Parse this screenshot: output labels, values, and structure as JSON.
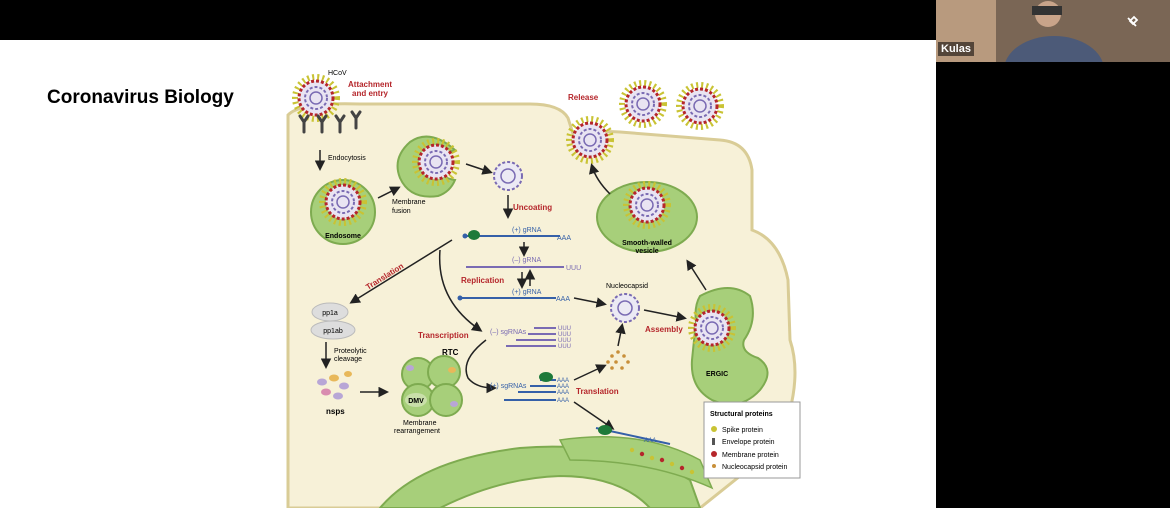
{
  "slide": {
    "title": "Coronavirus Biology"
  },
  "diagram": {
    "labels": {
      "hcov": "HCoV",
      "attachment1": "Attachment",
      "attachment2": "and entry",
      "endocytosis": "Endocytosis",
      "endosome": "Endosome",
      "membrane_fusion1": "Membrane",
      "membrane_fusion2": "fusion",
      "uncoating": "Uncoating",
      "release": "Release",
      "smooth_vesicle1": "Smooth-walled",
      "smooth_vesicle2": "vesicle",
      "translation1": "Translation",
      "plus_grna1": "(+) gRNA",
      "minus_grna": "(–) gRNA",
      "plus_grna2": "(+) gRNA",
      "aaa": "AAA",
      "uuu": "UUU",
      "replication": "Replication",
      "nucleocapsid": "Nucleocapsid",
      "assembly": "Assembly",
      "ergic": "ERGIC",
      "pp1a": "pp1a",
      "pp1ab": "pp1ab",
      "proteolytic1": "Proteolytic",
      "proteolytic2": "cleavage",
      "nsps": "nsps",
      "transcription": "Transcription",
      "rtc": "RTC",
      "dmv": "DMV",
      "membrane_rearr1": "Membrane",
      "membrane_rearr2": "rearrangement",
      "minus_sgrnas": "(–) sgRNAs",
      "plus_sgrnas": "(+) sgRNAs",
      "translation2": "Translation"
    },
    "legend": {
      "title": "Structural proteins",
      "items": [
        "Spike protein",
        "Envelope protein",
        "Membrane protein",
        "Nucleocapsid protein"
      ]
    },
    "colors": {
      "cell": "#f7f1d8",
      "cell_border": "#d9cc96",
      "organelle": "#a7cf7a",
      "red_label": "#b5262b",
      "rna_blue": "#3560a8",
      "rna_purple": "#7a6bb3"
    }
  },
  "video": {
    "name": "Kulas"
  }
}
